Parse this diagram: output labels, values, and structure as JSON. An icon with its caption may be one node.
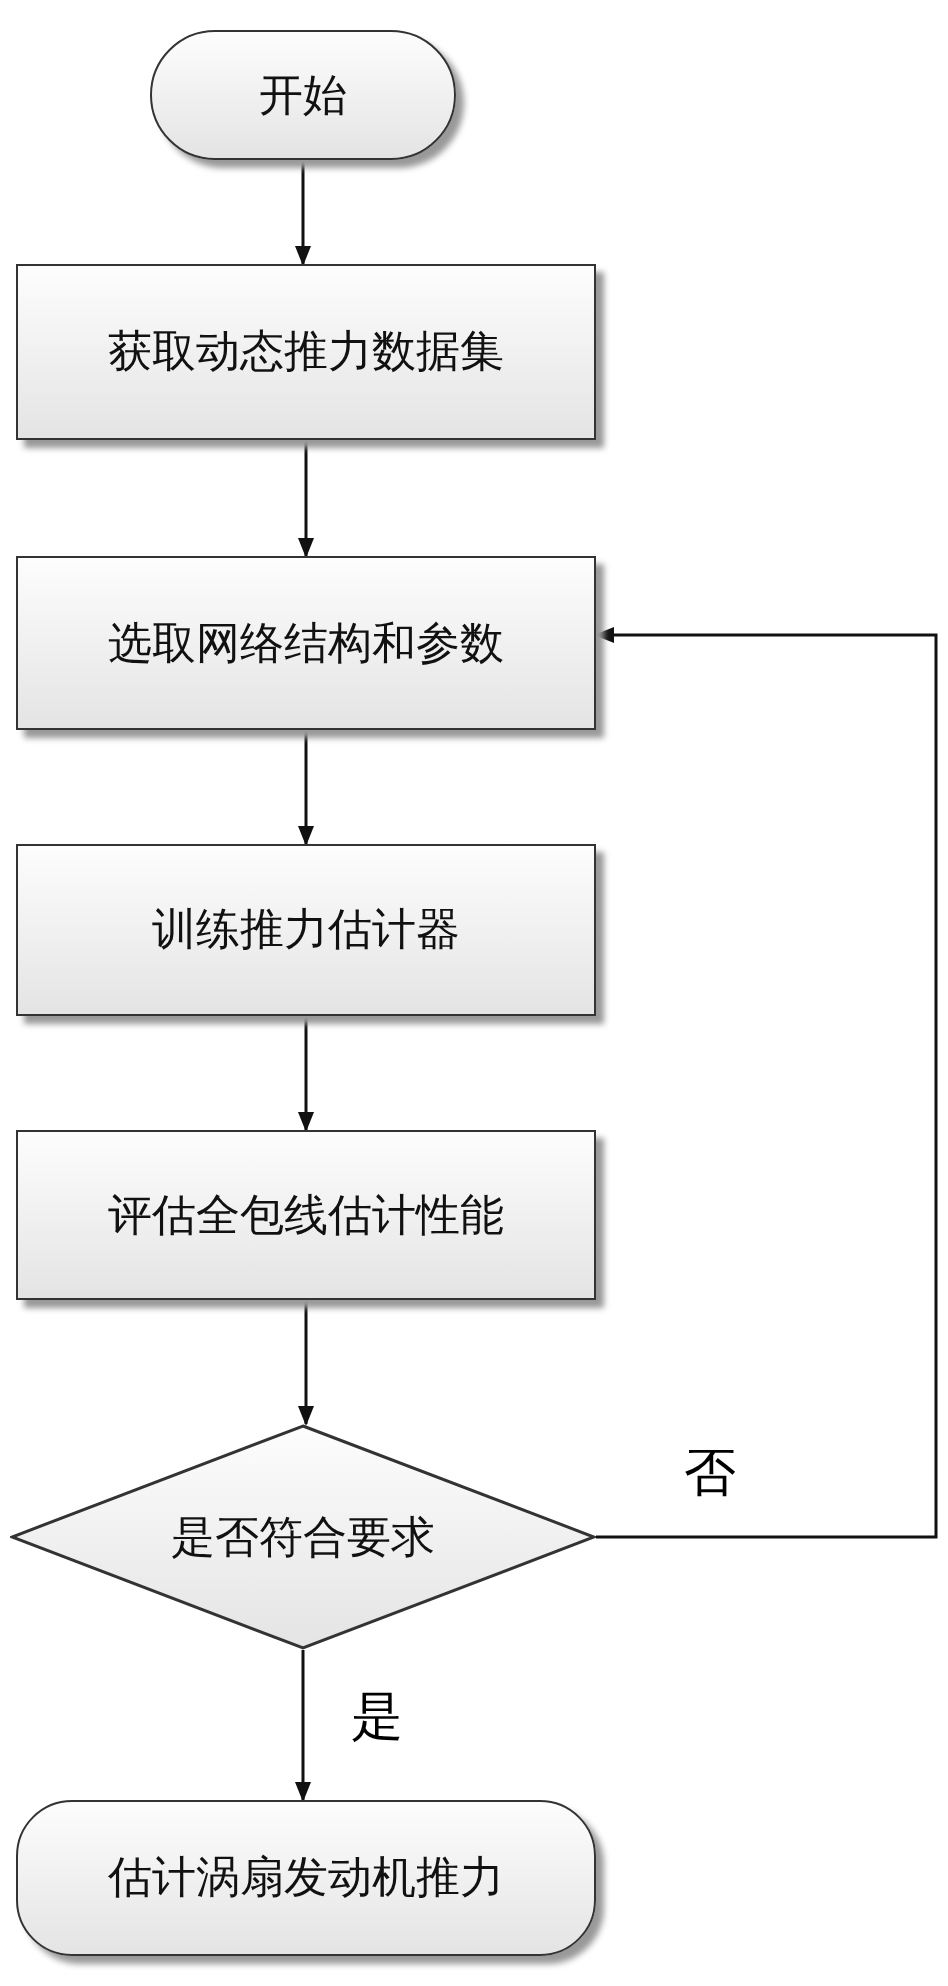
{
  "diagram": {
    "nodes": [
      {
        "text": [
          "开始"
        ]
      },
      {
        "text": [
          "获取动态推力数据集"
        ]
      },
      {
        "text": [
          "选取网络结构和参数"
        ]
      },
      {
        "text": [
          "训练推力估计器"
        ]
      },
      {
        "text": [
          "评估全包线估计性能"
        ]
      },
      {
        "text": [
          "是否符合要求"
        ]
      },
      {
        "text": [
          "估计涡扇发动机推力"
        ]
      }
    ],
    "edges": [
      {
        "from": 0,
        "to": 1,
        "arrow": "to"
      },
      {
        "from": 1,
        "to": 2,
        "arrow": "to"
      },
      {
        "from": 2,
        "to": 3,
        "arrow": "to"
      },
      {
        "from": 3,
        "to": 4,
        "arrow": "to"
      },
      {
        "from": 4,
        "to": 5,
        "arrow": "to"
      },
      {
        "from": 5,
        "to": 2,
        "arrow": "to",
        "label": "否"
      },
      {
        "from": 5,
        "to": 6,
        "arrow": "to",
        "label": "是"
      }
    ]
  }
}
